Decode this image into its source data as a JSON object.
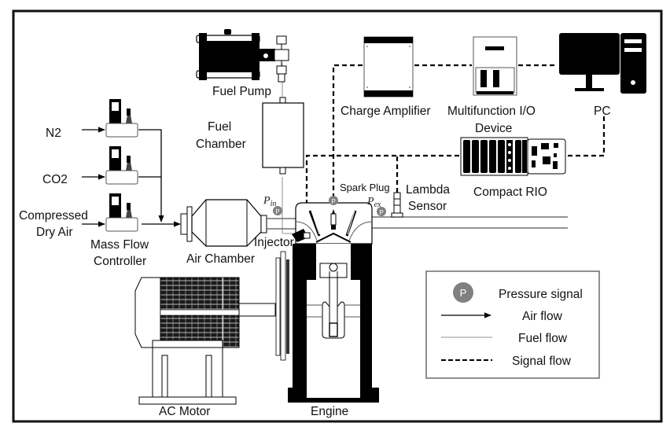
{
  "diagram": {
    "type": "experimental-setup-schematic",
    "components": {
      "fuel_pump": "Fuel Pump",
      "fuel_chamber": [
        "Fuel",
        "Chamber"
      ],
      "charge_amplifier": "Charge Amplifier",
      "multifunction_io": [
        "Multifunction I/O",
        "Device"
      ],
      "pc": "PC",
      "compact_rio": "Compact RIO",
      "spark_plug": "Spark Plug",
      "lambda_sensor": [
        "Lambda",
        "Sensor"
      ],
      "injector": "Injector",
      "air_chamber": "Air Chamber",
      "mass_flow_controller": [
        "Mass Flow",
        "Controller"
      ],
      "ac_motor": "AC Motor",
      "engine": "Engine"
    },
    "inputs": {
      "n2": "N2",
      "co2": "CO2",
      "compressed_air": [
        "Compressed",
        "Dry Air"
      ]
    },
    "pressure_labels": {
      "p_in_main": "P",
      "p_in_sub": "in",
      "p_ex_main": "P",
      "p_ex_sub": "ex",
      "badge": "P"
    },
    "legend": {
      "items": [
        {
          "symbol": "pressure-badge",
          "label": "Pressure signal"
        },
        {
          "symbol": "arrow-line",
          "label": "Air flow"
        },
        {
          "symbol": "gray-line",
          "label": "Fuel flow"
        },
        {
          "symbol": "dashed-line",
          "label": "Signal flow"
        }
      ]
    },
    "colors": {
      "ink": "#000000",
      "fuel_line": "#c8c8c8",
      "badge": "#808080",
      "frame": "#111111"
    }
  }
}
